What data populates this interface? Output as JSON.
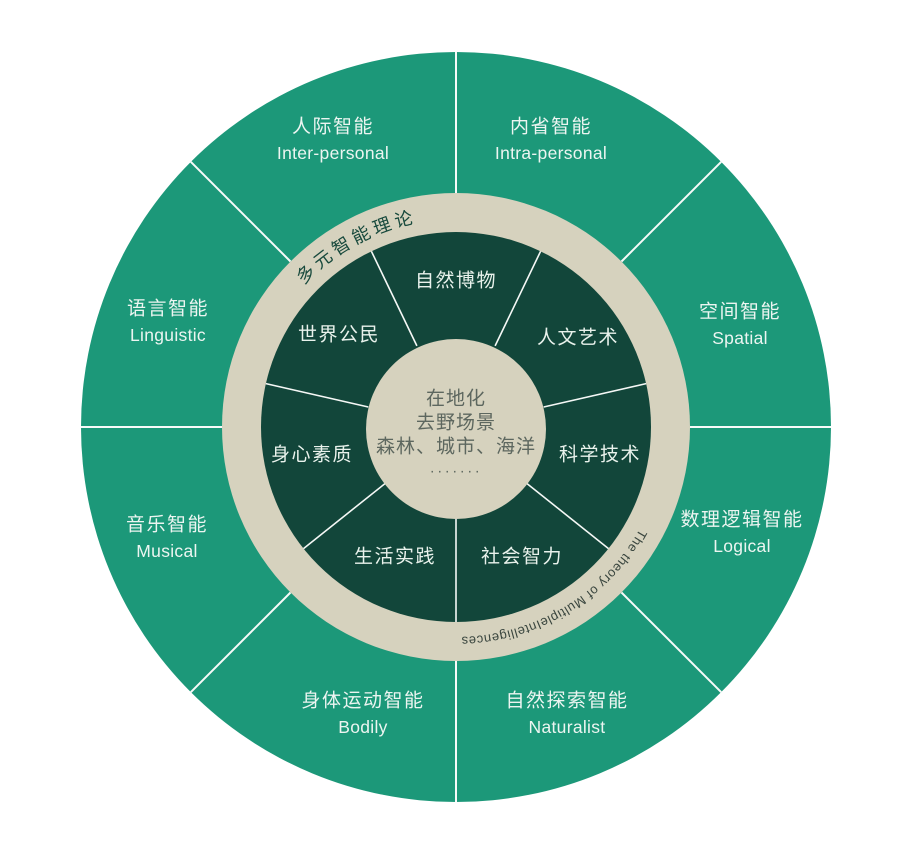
{
  "diagram": {
    "name": "multiple-intelligences-wheel",
    "title_zh": "多元智能理论",
    "title_en": "The theory of MultipleIntelligences",
    "colors": {
      "outer_ring": "#1C9879",
      "band_ring": "#D6D2BE",
      "inner_disc": "#12463A",
      "center_disc": "#D6D2BE",
      "divider_line": "#F7FAF9",
      "outer_label_text": "#ECF5F1",
      "inner_label_text": "#E9F2EC",
      "center_text": "#5D675F",
      "title_zh_text": "#17493C",
      "title_en_text": "#39453E",
      "background": "#FFFFFF"
    },
    "outer_sectors": [
      {
        "zh": "人际智能",
        "en": "Inter-personal"
      },
      {
        "zh": "内省智能",
        "en": "Intra-personal"
      },
      {
        "zh": "空间智能",
        "en": "Spatial"
      },
      {
        "zh": "数理逻辑智能",
        "en": "Logical"
      },
      {
        "zh": "自然探索智能",
        "en": "Naturalist"
      },
      {
        "zh": "身体运动智能",
        "en": "Bodily"
      },
      {
        "zh": "音乐智能",
        "en": "Musical"
      },
      {
        "zh": "语言智能",
        "en": "Linguistic"
      }
    ],
    "inner_sectors": [
      "自然博物",
      "人文艺术",
      "科学技术",
      "社会智力",
      "生活实践",
      "身心素质",
      "世界公民"
    ],
    "center": {
      "line1": "在地化",
      "line2": "去野场景",
      "line3": "森林、城市、海洋",
      "line4": "·······"
    }
  }
}
